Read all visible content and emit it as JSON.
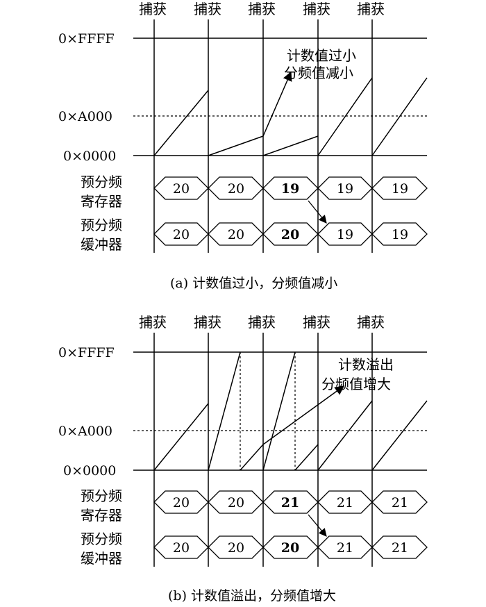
{
  "panels": [
    {
      "id": "a",
      "capture_label": "捕获",
      "axis": {
        "top": "0×FFFF",
        "mid": "0×A000",
        "bottom": "0×0000"
      },
      "row1_label": [
        "预分频",
        "寄存器"
      ],
      "row2_label": [
        "预分频",
        "缓冲器"
      ],
      "row1_values": [
        "20",
        "20",
        "19",
        "19",
        "19"
      ],
      "row2_values": [
        "20",
        "20",
        "20",
        "19",
        "19"
      ],
      "annotation": [
        "计数值过小",
        "分频值减小"
      ],
      "caption": "(a) 计数值过小，分频值减小"
    },
    {
      "id": "b",
      "capture_label": "捕获",
      "axis": {
        "top": "0×FFFF",
        "mid": "0×A000",
        "bottom": "0×0000"
      },
      "row1_label": [
        "预分频",
        "寄存器"
      ],
      "row2_label": [
        "预分频",
        "缓冲器"
      ],
      "row1_values": [
        "20",
        "20",
        "21",
        "21",
        "21"
      ],
      "row2_values": [
        "20",
        "20",
        "20",
        "21",
        "21"
      ],
      "annotation": [
        "计数溢出",
        "分频值增大"
      ],
      "caption": "(b) 计数值溢出，分频值增大"
    }
  ]
}
